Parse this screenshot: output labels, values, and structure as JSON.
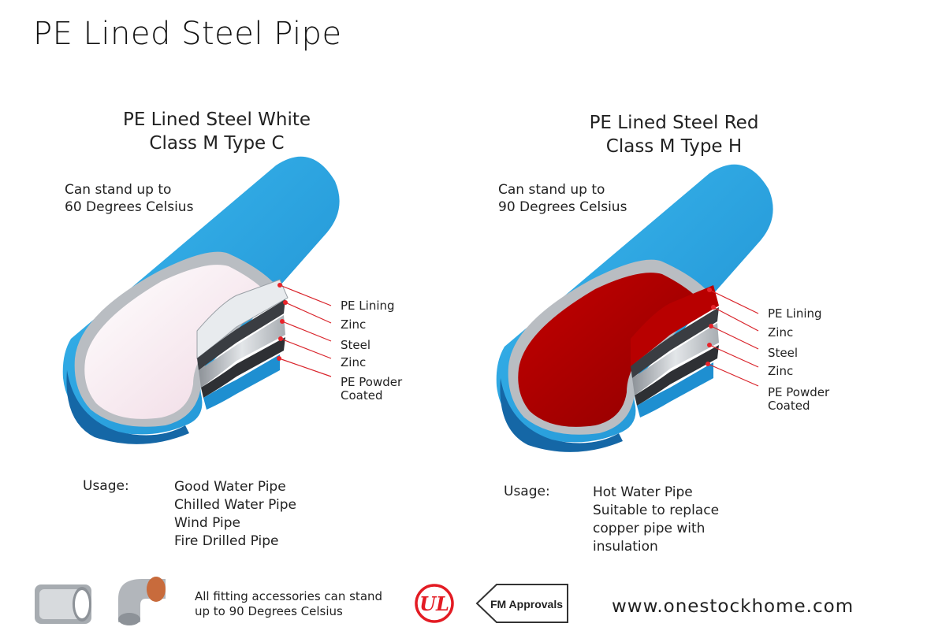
{
  "title": "PE Lined Steel Pipe",
  "colors": {
    "pipe_blue": "#2aa7e0",
    "pipe_blue_dark": "#1675b8",
    "lining_white": "#f5e4ec",
    "lining_red": "#b30000",
    "callout_red": "#e8232a",
    "steel_grey": "#bfc3c7"
  },
  "variants": [
    {
      "title_line1": "PE Lined Steel White",
      "title_line2": "Class M Type C",
      "temperature_line1": "Can stand up to",
      "temperature_line2": "60 Degrees Celsius",
      "lining_color": "white",
      "layers": [
        "PE Lining",
        "Zinc",
        "Steel",
        "Zinc",
        "PE Powder",
        "Coated"
      ],
      "usage_label": "Usage:",
      "usage": [
        "Good Water Pipe",
        "Chilled Water Pipe",
        "Wind Pipe",
        "Fire Drilled Pipe"
      ]
    },
    {
      "title_line1": "PE Lined Steel Red",
      "title_line2": "Class M Type H",
      "temperature_line1": "Can stand up to",
      "temperature_line2": "90 Degrees Celsius",
      "lining_color": "red",
      "layers": [
        "PE Lining",
        "Zinc",
        "Steel",
        "Zinc",
        "PE Powder",
        "Coated"
      ],
      "usage_label": "Usage:",
      "usage": [
        "Hot Water Pipe",
        "Suitable to replace",
        "copper pipe with",
        "insulation"
      ]
    }
  ],
  "footer": {
    "note_line1": "All fitting accessories can stand",
    "note_line2": "up to 90 Degrees Celsius",
    "ul_logo_text": "UL",
    "fm_logo_text": "FM Approvals",
    "website": "www.onestockhome.com"
  }
}
